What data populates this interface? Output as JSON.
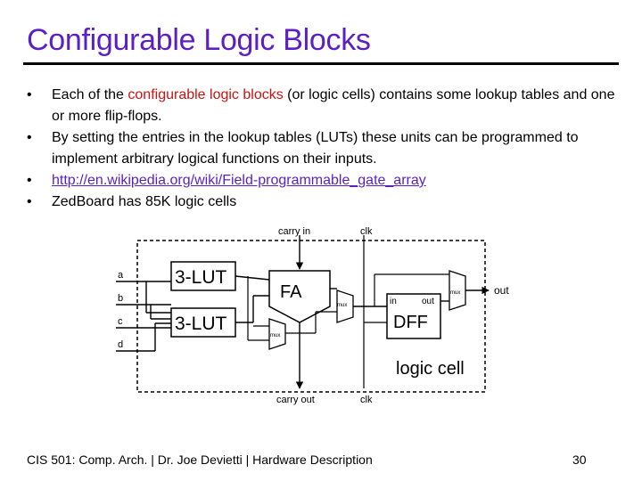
{
  "slide": {
    "title": "Configurable Logic Blocks",
    "bullet_symbol": "•",
    "bullets": {
      "b1_pre": "Each of the ",
      "b1_highlight": "configurable logic blocks",
      "b1_post": " (or logic cells) contains some lookup tables and one or more flip-flops.",
      "b2": "By setting the entries in the lookup tables (LUTs) these units can be programmed to implement arbitrary logical functions on their inputs.",
      "b3_link": "http://en.wikipedia.org/wiki/Field-programmable_gate_array",
      "b4": "ZedBoard has 85K logic cells"
    },
    "colors": {
      "title": "#5b1fc4",
      "highlight": "#cc1111",
      "link": "#5b1fc4"
    }
  },
  "diagram": {
    "carry_in": "carry in",
    "carry_out": "carry out",
    "clk_top": "clk",
    "clk_bottom": "clk",
    "lut1": "3-LUT",
    "lut2": "3-LUT",
    "fa": "FA",
    "dff": "DFF",
    "dff_in": "in",
    "dff_out": "out",
    "mux1": "mux",
    "mux2": "mux",
    "mux3": "mux",
    "out": "out",
    "logic_cell": "logic cell",
    "inputs": {
      "a": "a",
      "b": "b",
      "c": "c",
      "d": "d"
    }
  },
  "footer": {
    "text": "CIS 501: Comp. Arch.  |  Dr. Joe Devietti  |  Hardware Description",
    "page": "30"
  }
}
